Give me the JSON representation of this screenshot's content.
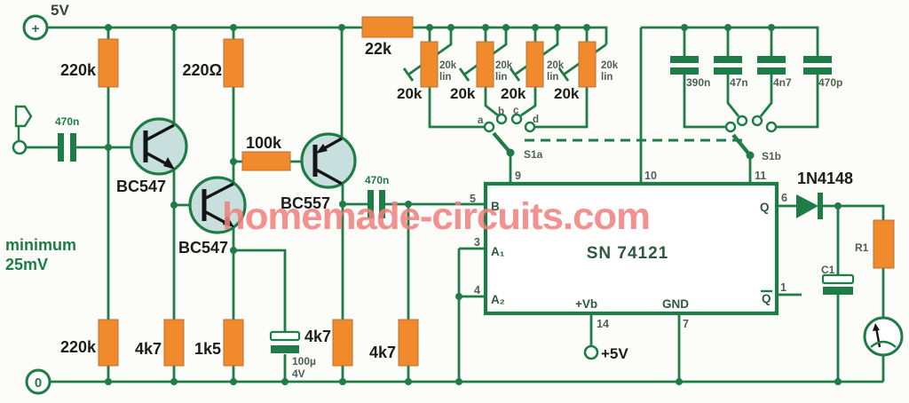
{
  "colors": {
    "green": "#1e7c46",
    "orange": "#f18a2c",
    "tfill": "#c7e0dd",
    "wm": "#f27e7e",
    "black": "#1c1c1c",
    "muted": "#4e6054",
    "icgreen": "#2f5840"
  },
  "labels": {
    "watermark": "homemade-circuits.com",
    "supply5v": "5V",
    "plus": "+",
    "zero": "0",
    "plus5v": "+5V",
    "note1": "minimum",
    "note2": "25mV",
    "r220k_top": "220k",
    "r220ohm": "220Ω",
    "r22k": "22k",
    "r100k": "100k",
    "r220k_bot": "220k",
    "r4k7_a": "4k7",
    "r1k5": "1k5",
    "r4k7_b": "4k7",
    "r4k7_c": "4k7",
    "r1": "R1",
    "pot1": "20k",
    "pot2": "20k",
    "pot3": "20k",
    "pot4": "20k",
    "pot_val": "20k",
    "pot_lin": "lin",
    "sw_a": "a",
    "sw_b": "b",
    "sw_c": "c",
    "sw_d": "d",
    "s1a": "S1a",
    "s1b": "S1b",
    "c470n_in": "470n",
    "c470n_mid": "470n",
    "c100u": "100µ",
    "c100u_v": "4V",
    "c390n": "390n",
    "c47n": "47n",
    "c4n7": "4n7",
    "c470p": "470p",
    "c1": "C1",
    "q1": "BC547",
    "q2": "BC547",
    "q3": "BC557",
    "d1": "1N4148",
    "ic_name": "SN 74121",
    "ic_b": "B",
    "ic_a1": "A₁",
    "ic_a2": "A₂",
    "ic_q": "Q",
    "ic_qbar": "Q",
    "ic_vb": "+Vb",
    "ic_gnd": "GND",
    "p5": "5",
    "p3": "3",
    "p4": "4",
    "p9": "9",
    "p10": "10",
    "p11": "11",
    "p6": "6",
    "p1": "1",
    "p14": "14",
    "p7": "7"
  }
}
